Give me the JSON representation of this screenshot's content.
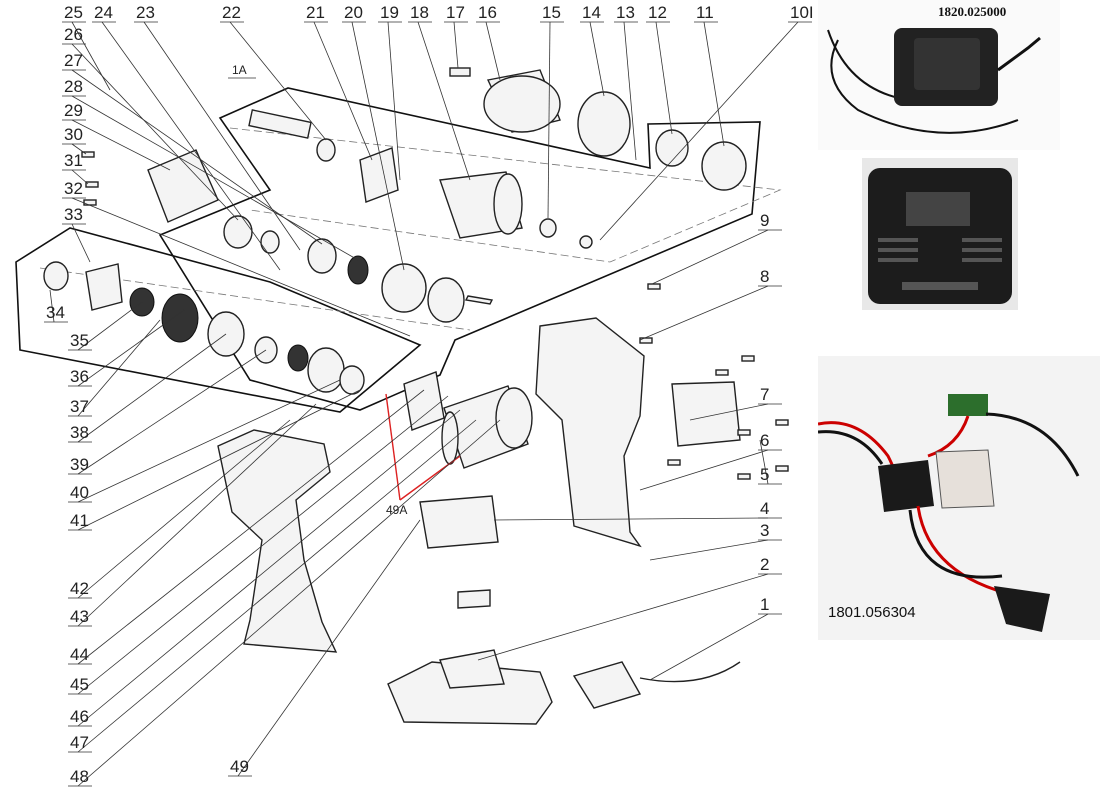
{
  "diagram": {
    "callouts": [
      "1",
      "2",
      "3",
      "4",
      "5",
      "6",
      "7",
      "8",
      "9",
      "10I",
      "11",
      "12",
      "13",
      "14",
      "15",
      "16",
      "17",
      "18",
      "19",
      "20",
      "21",
      "22",
      "23",
      "24",
      "25",
      "26",
      "27",
      "28",
      "29",
      "30",
      "31",
      "32",
      "33",
      "34",
      "35",
      "36",
      "37",
      "38",
      "39",
      "40",
      "41",
      "42",
      "43",
      "44",
      "45",
      "46",
      "47",
      "48",
      "49"
    ],
    "subassembly_label": "1A",
    "motor_label": "49A"
  },
  "photos": {
    "charger": {
      "code": "1820.025000"
    },
    "switch": {
      "code": "1801.056304"
    }
  }
}
